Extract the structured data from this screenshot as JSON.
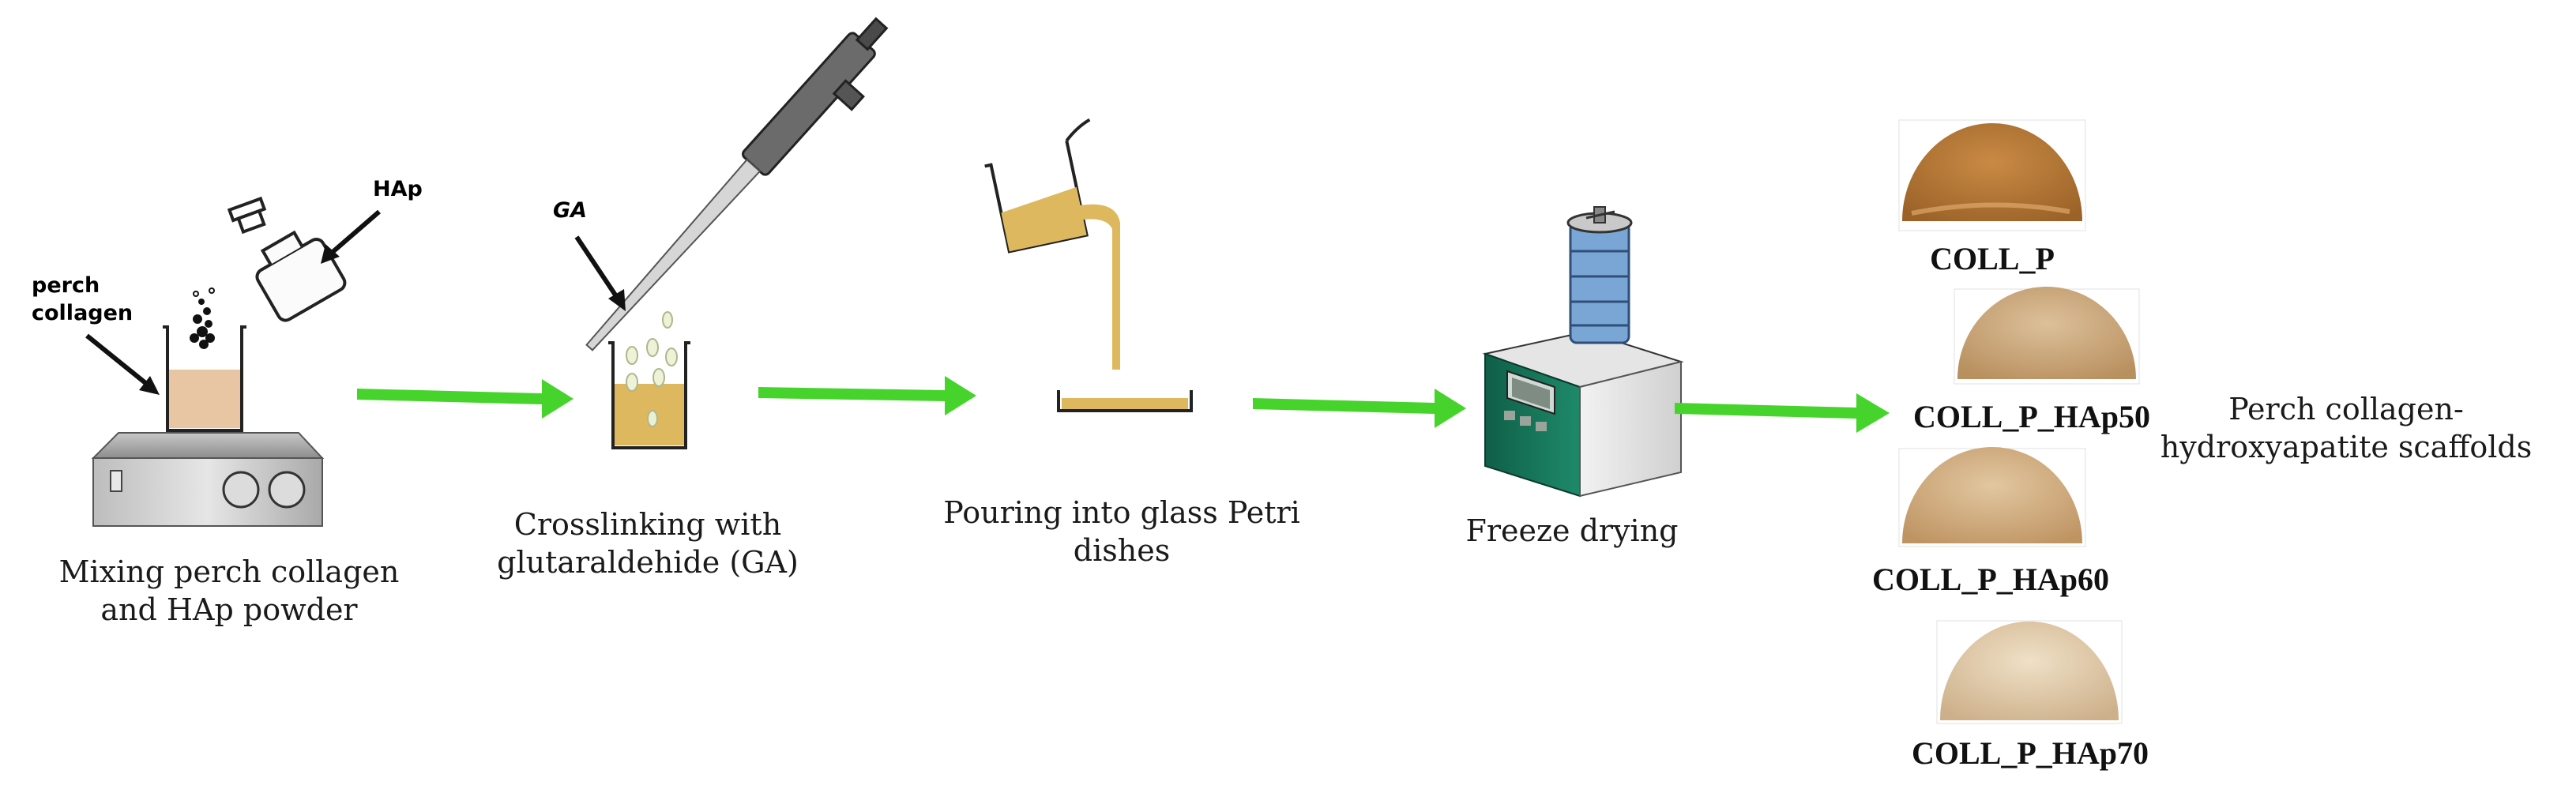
{
  "steps": [
    {
      "id": "mixing",
      "label_line1": "Mixing perch collagen",
      "label_line2": "and HAp powder"
    },
    {
      "id": "crosslinking",
      "label_line1": "Crosslinking with",
      "label_line2": "glutaraldehide (GA)"
    },
    {
      "id": "pouring",
      "label_line1": "Pouring into glass Petri",
      "label_line2": "dishes"
    },
    {
      "id": "freeze",
      "label_line1": "Freeze drying"
    }
  ],
  "annotations": {
    "perch_line1": "perch",
    "perch_line2": "collagen",
    "hap": "HAp",
    "ga": "GA"
  },
  "samples": [
    "COLL_P",
    "COLL_P_HAp50",
    "COLL_P_HAp60",
    "COLL_P_HAp70"
  ],
  "result": {
    "line1": "Perch collagen-",
    "line2": "hydroxyapatite scaffolds"
  },
  "colors": {
    "arrow": "#46d42c",
    "solution": "#dcbc6a",
    "collagen": "#e3c09a",
    "dryer_body": "#1b7a5e",
    "sample_tan": "#c99a5e"
  }
}
